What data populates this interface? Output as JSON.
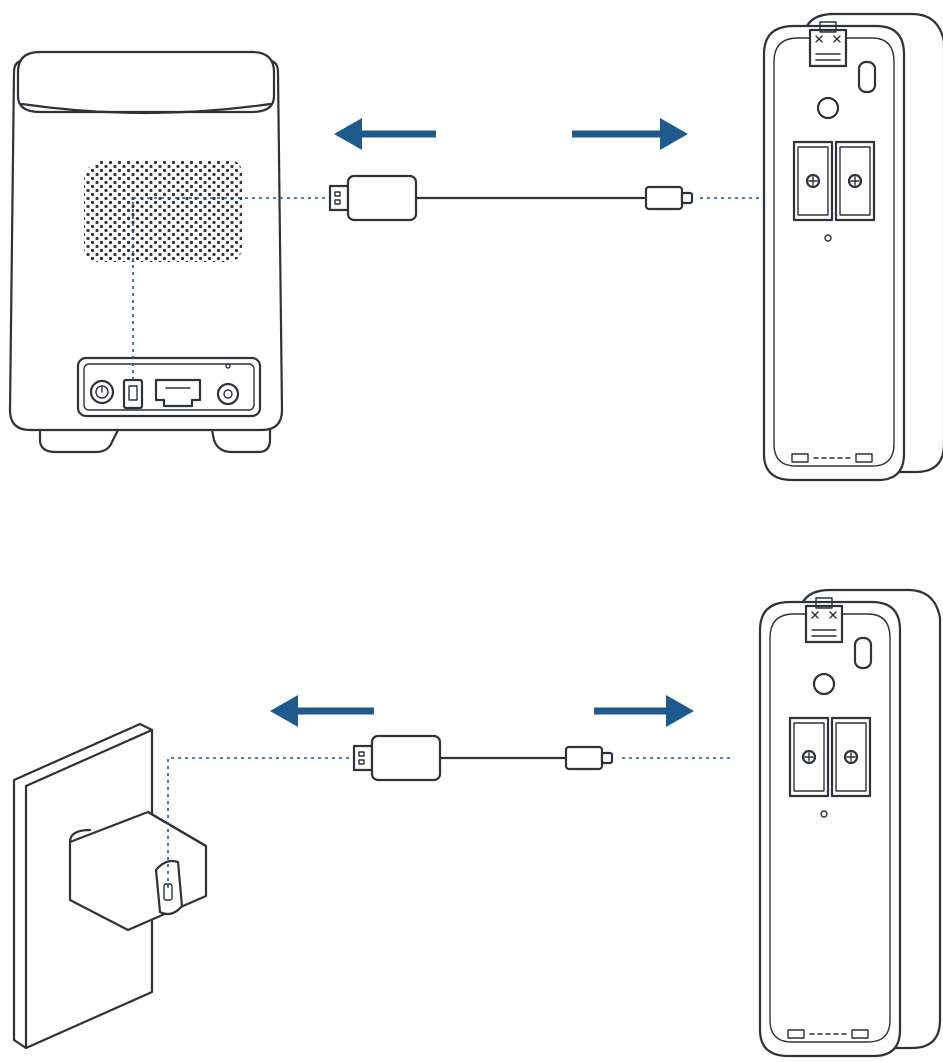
{
  "colors": {
    "line": "#2f3236",
    "accent": "#1f5a8e",
    "background": "#ffffff"
  },
  "icons": {
    "hub": "home-base-hub-icon",
    "doorbell": "video-doorbell-icon",
    "usb_a": "usb-a-connector-icon",
    "usb_c": "usb-c-connector-icon",
    "wall_adapter": "wall-power-adapter-icon",
    "arrow_left": "arrow-left-icon",
    "arrow_right": "arrow-right-icon"
  },
  "panels": [
    {
      "id": "charge-via-hub",
      "source": "home-base",
      "target": "doorbell"
    },
    {
      "id": "charge-via-wall",
      "source": "wall-adapter",
      "target": "doorbell"
    }
  ]
}
